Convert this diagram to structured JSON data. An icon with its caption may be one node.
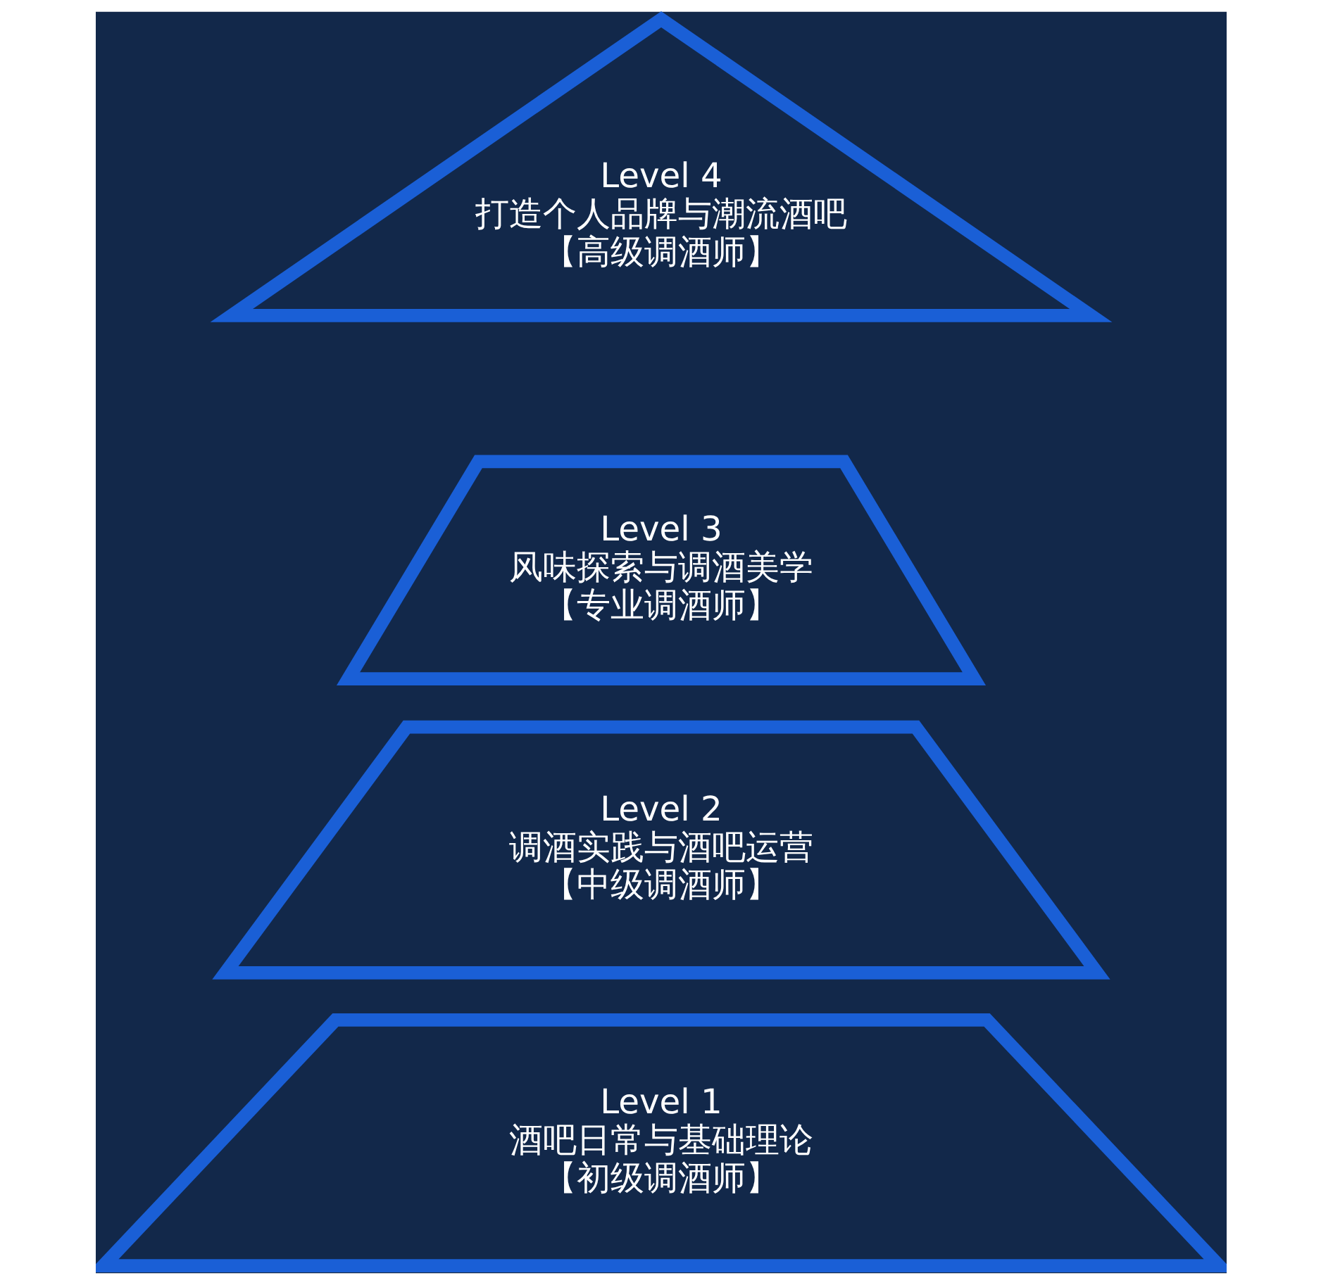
{
  "diagram": {
    "nodes": [
      {
        "text": [
          "Level 4",
          "打造个人品牌与潮流酒吧",
          "【高级调酒师】"
        ]
      },
      {
        "text": [
          "Level 3",
          "风味探索与调酒美学",
          "【专业调酒师】"
        ]
      },
      {
        "text": [
          "Level 2",
          "调酒实践与酒吧运营",
          "【中级调酒师】"
        ]
      },
      {
        "text": [
          "Level 1",
          "酒吧日常与基础理论",
          "【初级调酒师】"
        ]
      }
    ]
  }
}
